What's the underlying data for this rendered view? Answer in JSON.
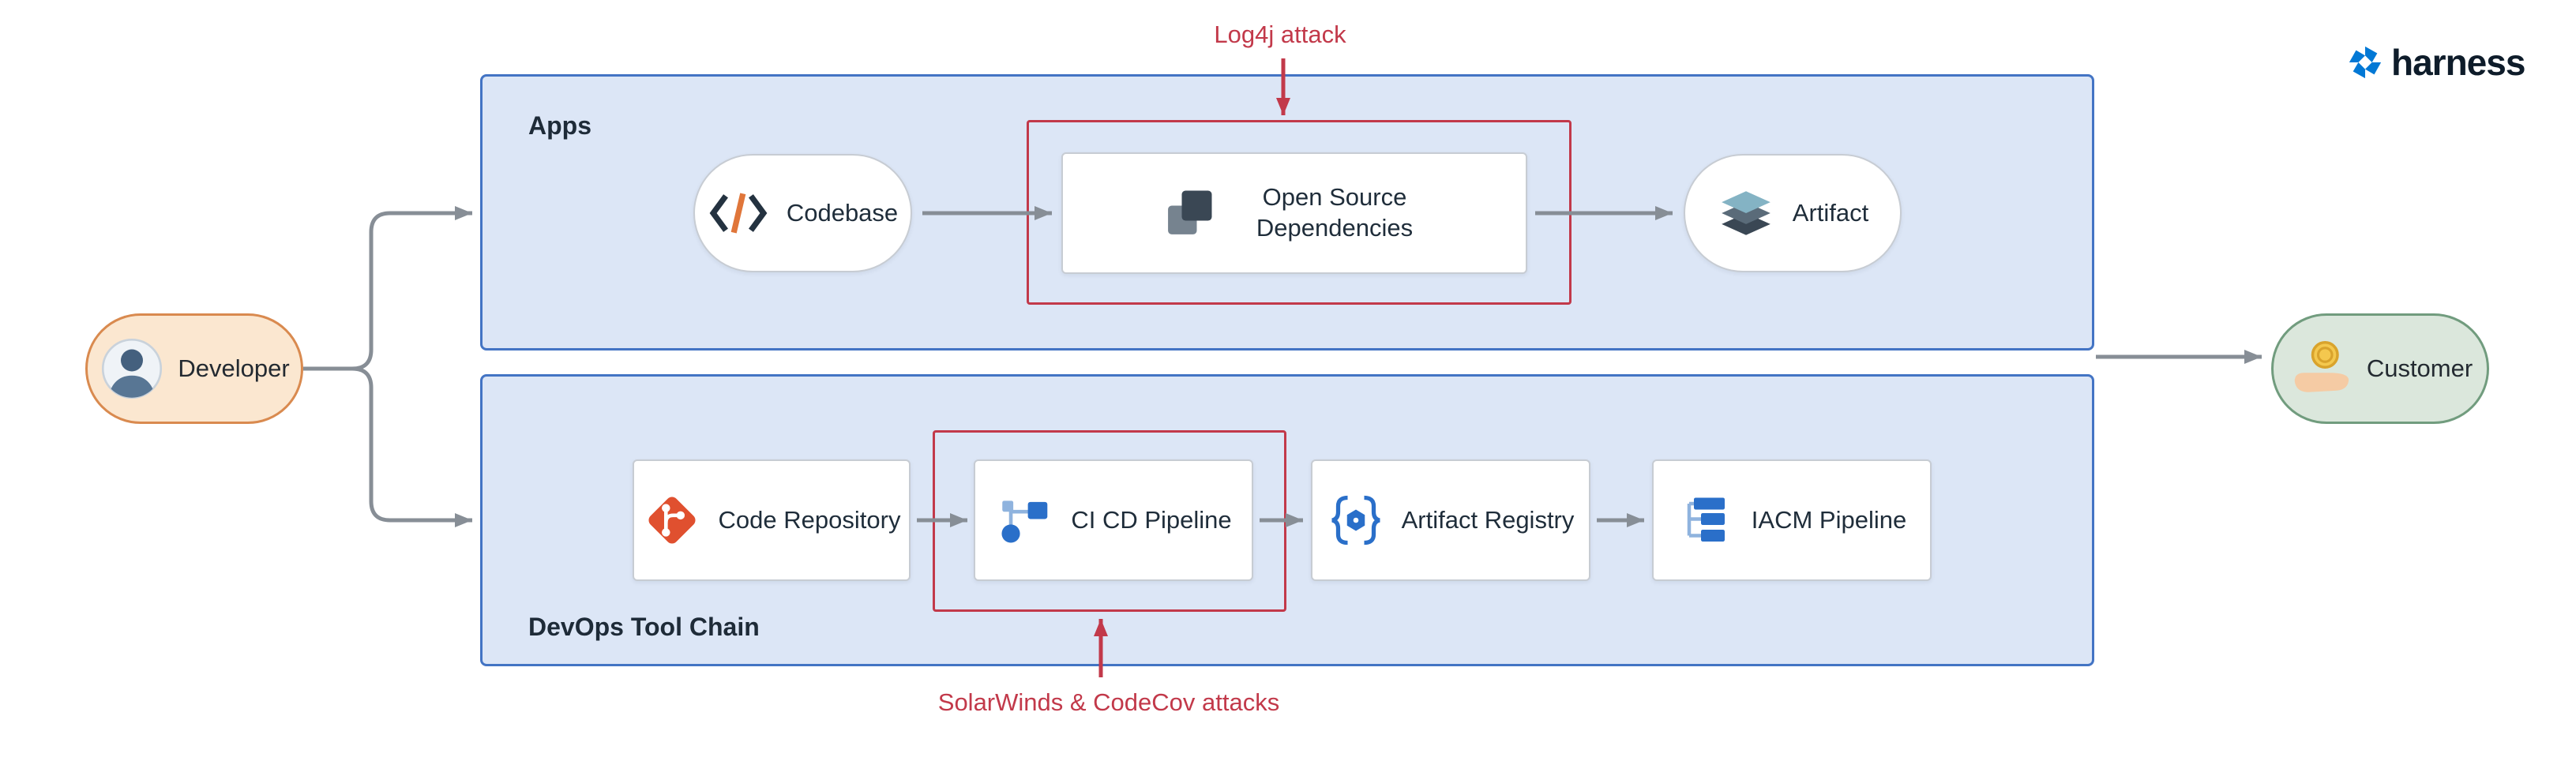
{
  "brand": {
    "wordmark": "harness",
    "logo_icon": "harness-knot-icon",
    "logo_color": "#0278D5"
  },
  "annotations": {
    "log4j": "Log4j attack",
    "solarwinds": "SolarWinds & CodeCov attacks",
    "color": "#C2394A"
  },
  "developer": {
    "label": "Developer",
    "icon": "developer-avatar-icon"
  },
  "customer": {
    "label": "Customer",
    "icon": "hand-coin-icon"
  },
  "apps": {
    "title": "Apps",
    "nodes": [
      {
        "label": "Codebase",
        "icon": "code-brackets-icon"
      },
      {
        "label": "Open Source Dependencies",
        "icon": "stacked-squares-icon"
      },
      {
        "label": "Artifact",
        "icon": "layer-stack-icon"
      }
    ]
  },
  "devops": {
    "title": "DevOps Tool Chain",
    "nodes": [
      {
        "label": "Code Repository",
        "icon": "git-icon"
      },
      {
        "label": "CI CD Pipeline",
        "icon": "pipeline-graph-icon"
      },
      {
        "label": "Artifact Registry",
        "icon": "registry-braces-icon"
      },
      {
        "label": "IACM Pipeline",
        "icon": "hierarchy-list-icon"
      }
    ]
  },
  "colors": {
    "zone_fill": "#DCE6F6",
    "zone_border": "#4374C4",
    "arrow_gray": "#878E96",
    "attack_red": "#C2394A",
    "node_border": "#C7CCD3",
    "developer_border": "#D98A4F",
    "customer_border": "#719C7E"
  }
}
